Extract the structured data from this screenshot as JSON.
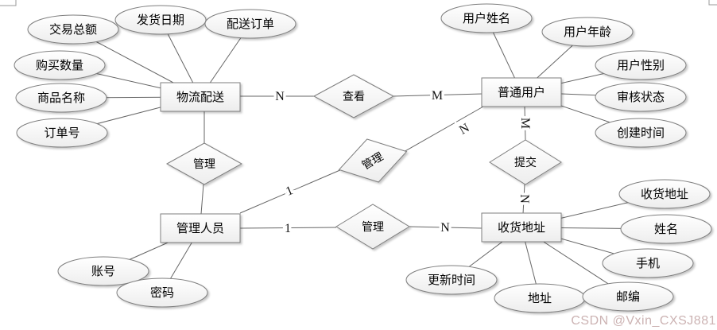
{
  "diagram": {
    "kind": "entity-relationship-diagram",
    "entities": [
      {
        "id": "logistics",
        "label": "物流配送"
      },
      {
        "id": "user",
        "label": "普通用户"
      },
      {
        "id": "admin",
        "label": "管理人员"
      },
      {
        "id": "address",
        "label": "收货地址"
      }
    ],
    "relationships": [
      {
        "id": "view",
        "label": "查看",
        "left_card": "N",
        "right_card": "M"
      },
      {
        "id": "manage-logistics",
        "label": "管理"
      },
      {
        "id": "manage-user",
        "label": "管理",
        "left_card": "1",
        "right_card": "N"
      },
      {
        "id": "submit",
        "label": "提交",
        "top_card": "M",
        "bottom_card": "N"
      },
      {
        "id": "manage-address",
        "label": "管理",
        "left_card": "1",
        "right_card": "N"
      }
    ],
    "attributes": {
      "logistics": [
        "交易总额",
        "发货日期",
        "配送订单",
        "购买数量",
        "商品名称",
        "订单号"
      ],
      "user": [
        "用户姓名",
        "用户年龄",
        "用户性别",
        "审核状态",
        "创建时间"
      ],
      "admin": [
        "账号",
        "密码"
      ],
      "address": [
        "收货地址",
        "姓名",
        "手机",
        "更新时间",
        "地址",
        "邮编"
      ]
    }
  },
  "watermark": {
    "text": "CSDN @Vxin_CXSJ881",
    "color": "#ccb3b3"
  },
  "colors": {
    "background": "#ffffff",
    "line": "#666666",
    "shape_border": "#7f7f7f",
    "shape_fill_top": "#ffffff",
    "shape_fill_bottom": "#ededed",
    "text": "#000000"
  }
}
